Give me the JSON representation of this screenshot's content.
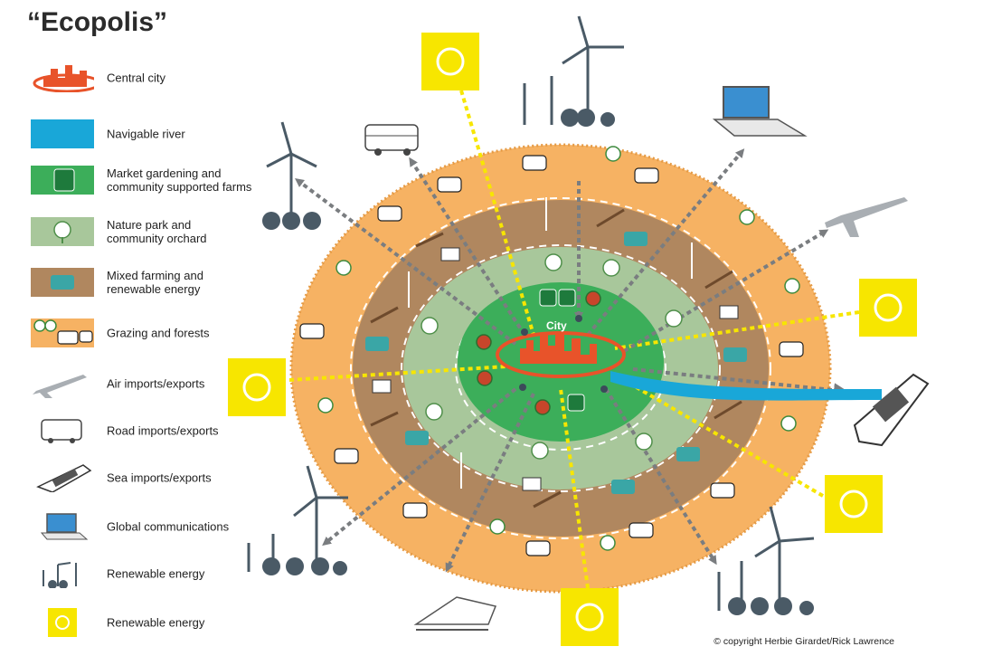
{
  "title": "“Ecopolis”",
  "legend": [
    {
      "key": "central-city",
      "label": "Central city",
      "icon": "city-skyline-icon",
      "color": "#e8532a"
    },
    {
      "key": "navigable-river",
      "label": "Navigable river",
      "icon": "river-swatch",
      "color": "#19a7d8"
    },
    {
      "key": "market-gardening",
      "label": "Market gardening and\ncommunity supported farms",
      "icon": "market-garden-icon",
      "color": "#3cae5a"
    },
    {
      "key": "nature-park",
      "label": "Nature park and\ncommunity orchard",
      "icon": "tree-icon",
      "color": "#a8c79b"
    },
    {
      "key": "mixed-farming",
      "label": "Mixed farming and\nrenewable energy",
      "icon": "tractor-icon",
      "color": "#b0875f"
    },
    {
      "key": "grazing",
      "label": "Grazing and forests",
      "icon": "cow-forest-icon",
      "color": "#f6b263"
    },
    {
      "key": "air",
      "label": "Air imports/exports",
      "icon": "airplane-icon",
      "color": "#a9aeb3"
    },
    {
      "key": "road",
      "label": "Road imports/exports",
      "icon": "bus-icon",
      "color": "#a9aeb3"
    },
    {
      "key": "sea",
      "label": "Sea imports/exports",
      "icon": "cargo-ship-icon",
      "color": "#555"
    },
    {
      "key": "global-comms",
      "label": "Global communications",
      "icon": "laptop-icon",
      "color": "#3a8fd0"
    },
    {
      "key": "renewable-wind",
      "label": "Renewable energy",
      "icon": "wind-turbine-icon",
      "color": "#4a5a66"
    },
    {
      "key": "renewable-solar",
      "label": "Renewable energy",
      "icon": "sun-icon",
      "color": "#f7e600"
    }
  ],
  "city_label": "City",
  "copyright": "© copyright Herbie Girardet/Rick Lawrence",
  "colors": {
    "grazing_ring": "#f6b263",
    "mixed_farming_ring": "#b0875f",
    "nature_park_ring": "#a8c79b",
    "market_garden_ring": "#3cae5a",
    "river": "#19a7d8",
    "city": "#e8532a",
    "sun": "#f7e600",
    "turbine": "#4a5a66",
    "road_arrow": "#7a7d80",
    "solar_ray": "#f7e600"
  }
}
